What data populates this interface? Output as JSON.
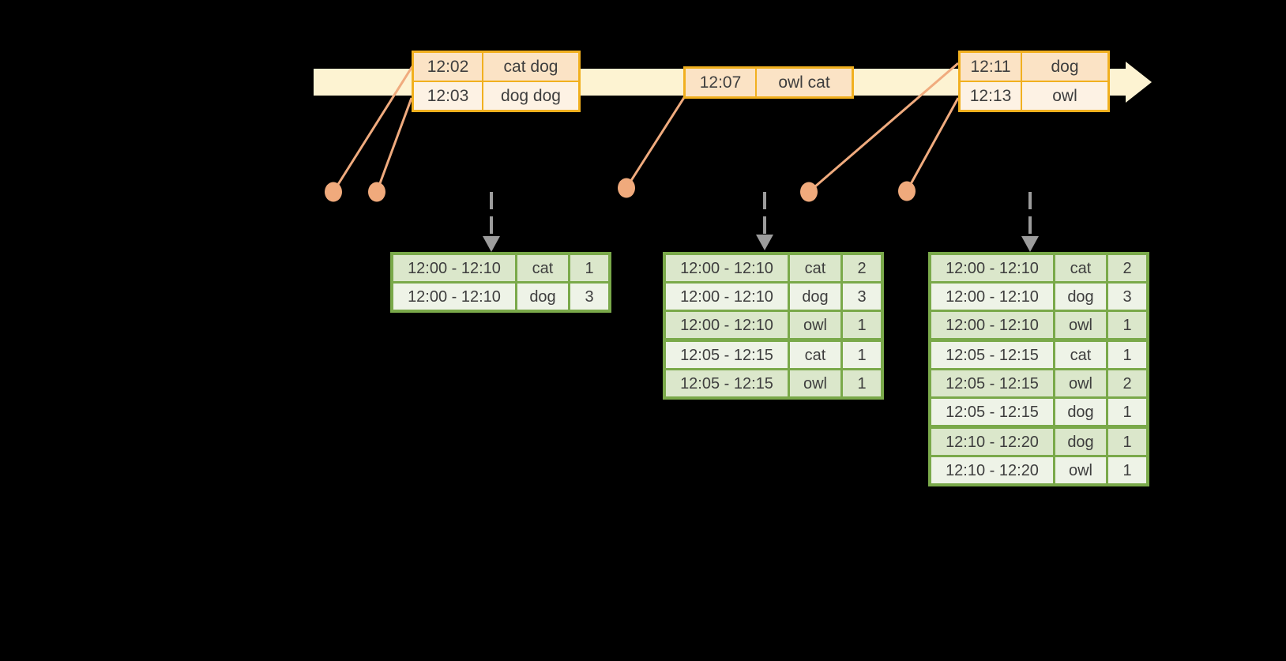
{
  "colors": {
    "background": "#000000",
    "timeline_fill": "#fdf3d2",
    "event_table_border": "#f1b01f",
    "event_row_dark": "#fbe3c5",
    "event_row_light": "#fdf2e4",
    "result_table_border": "#7aa94a",
    "result_row_dark": "#dbe7cb",
    "result_row_light": "#eef3e7",
    "connector_salmon": "#f0ab7e",
    "trigger_arrow_gray": "#9c9c9c",
    "table_text": "#3e3e3e"
  },
  "icons": {
    "timeline_arrow": "arrow-right",
    "trigger_arrow": "arrow-down-dashed",
    "event_marker": "dot"
  },
  "timeline": {
    "event_tables": [
      {
        "rows": [
          [
            "12:02",
            "cat dog"
          ],
          [
            "12:03",
            "dog dog"
          ]
        ]
      },
      {
        "rows": [
          [
            "12:07",
            "owl cat"
          ]
        ]
      },
      {
        "rows": [
          [
            "12:11",
            "dog"
          ],
          [
            "12:13",
            "owl"
          ]
        ]
      }
    ]
  },
  "result_tables": [
    {
      "rows": [
        [
          "12:00 - 12:10",
          "cat",
          "1"
        ],
        [
          "12:00 - 12:10",
          "dog",
          "3"
        ]
      ],
      "group_breaks": []
    },
    {
      "rows": [
        [
          "12:00 - 12:10",
          "cat",
          "2"
        ],
        [
          "12:00 - 12:10",
          "dog",
          "3"
        ],
        [
          "12:00 - 12:10",
          "owl",
          "1"
        ],
        [
          "12:05 - 12:15",
          "cat",
          "1"
        ],
        [
          "12:05 - 12:15",
          "owl",
          "1"
        ]
      ],
      "group_breaks": [
        3
      ]
    },
    {
      "rows": [
        [
          "12:00 - 12:10",
          "cat",
          "2"
        ],
        [
          "12:00 - 12:10",
          "dog",
          "3"
        ],
        [
          "12:00 - 12:10",
          "owl",
          "1"
        ],
        [
          "12:05 - 12:15",
          "cat",
          "1"
        ],
        [
          "12:05 - 12:15",
          "owl",
          "2"
        ],
        [
          "12:05 - 12:15",
          "dog",
          "1"
        ],
        [
          "12:10 - 12:20",
          "dog",
          "1"
        ],
        [
          "12:10 - 12:20",
          "owl",
          "1"
        ]
      ],
      "group_breaks": [
        3,
        6
      ]
    }
  ]
}
